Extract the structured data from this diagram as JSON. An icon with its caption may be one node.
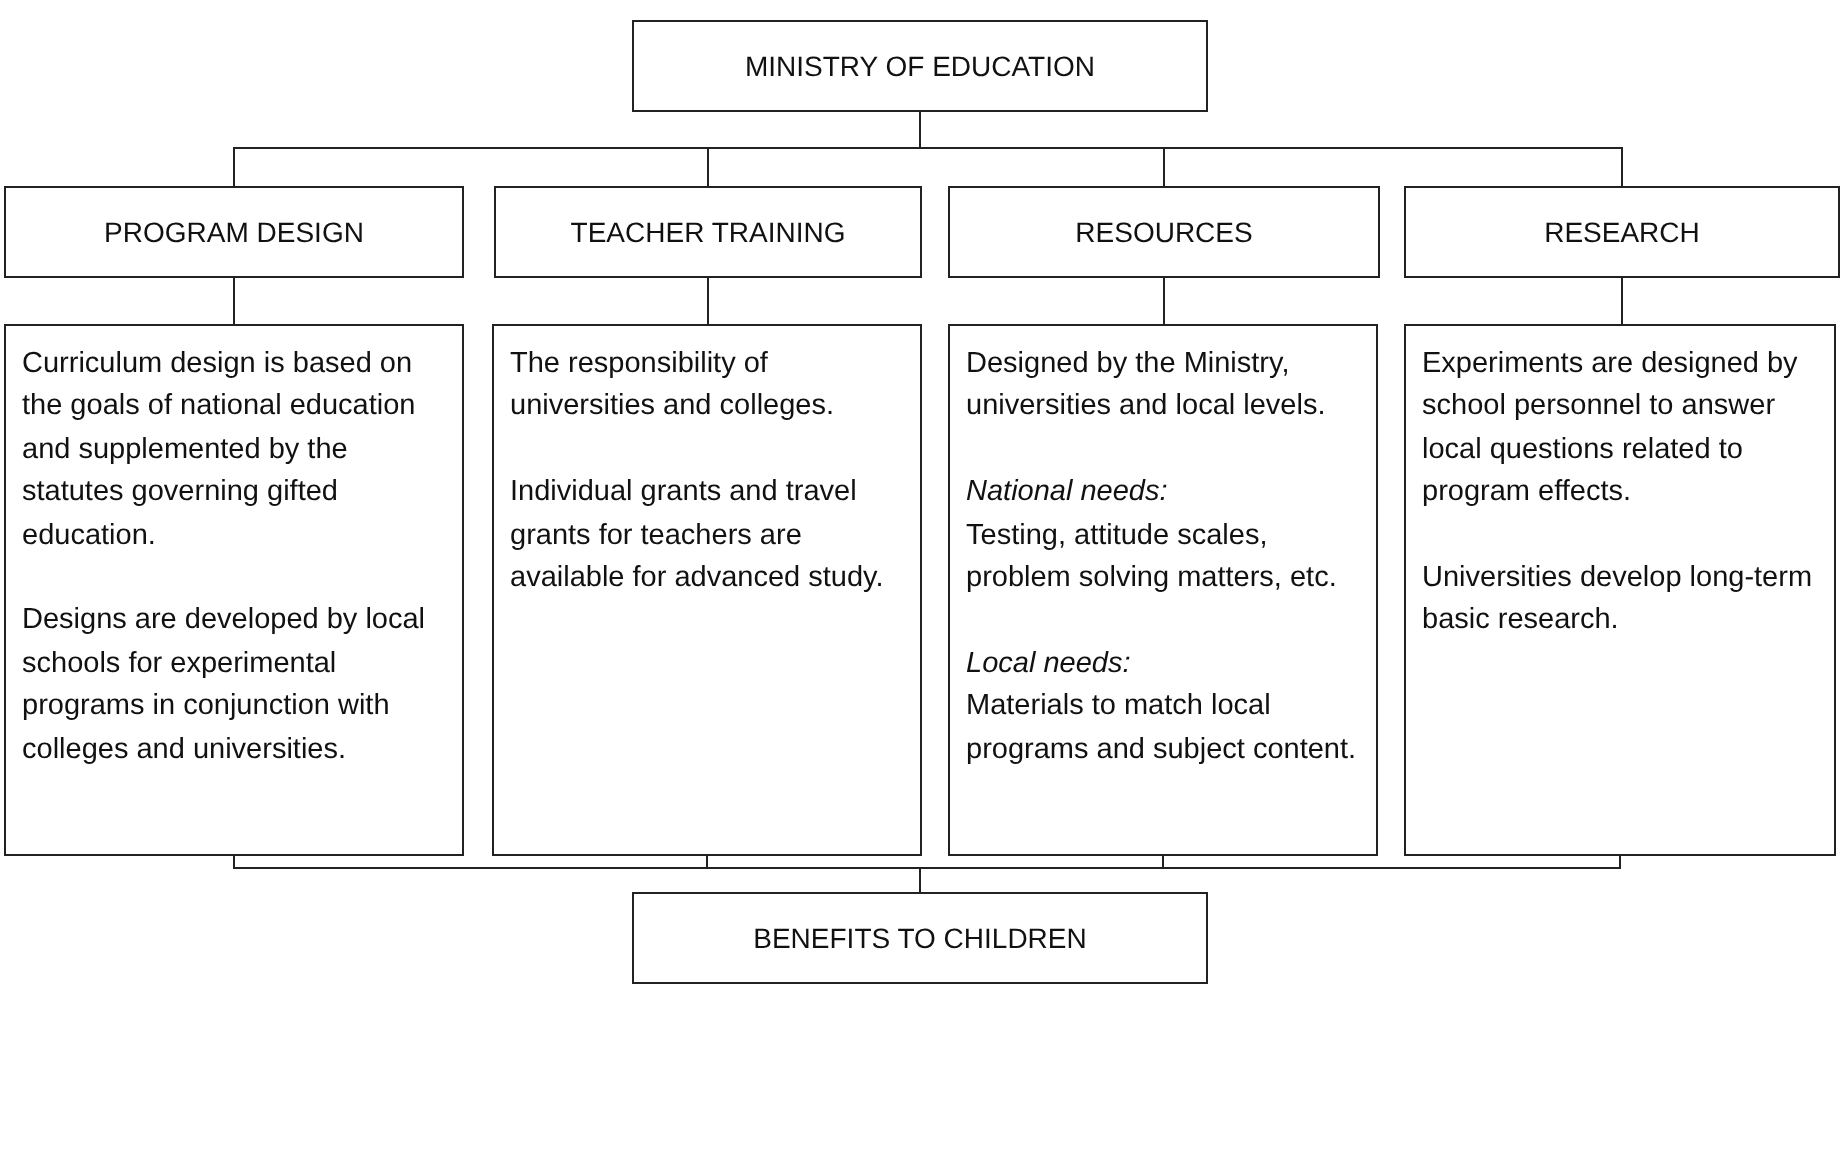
{
  "diagram": {
    "nodes": [
      {
        "text": [
          "MINISTRY OF EDUCATION"
        ]
      },
      {
        "text": [
          "PROGRAM DESIGN"
        ]
      },
      {
        "text": [
          "TEACHER TRAINING"
        ]
      },
      {
        "text": [
          "RESOURCES"
        ]
      },
      {
        "text": [
          "RESEARCH"
        ]
      },
      {
        "text": [
          "Curriculum design is based on the goals of national education and supplemented by the statutes governing gifted education.",
          "Designs are developed by local schools for experimental programs in conjunction with colleges and universities."
        ]
      },
      {
        "text": [
          "The responsibility of universities and colleges.",
          "Individual grants and travel grants for teachers are available for advanced study."
        ]
      },
      {
        "text": [
          "Designed by the Ministry, universities and local levels.",
          "*National needs:* Testing, attitude scales, problem solving matters, etc.",
          "*Local needs:* Materials to match local programs and subject content."
        ]
      },
      {
        "text": [
          "Experiments are designed by school personnel to answer local questions related to program effects.",
          "Universities develop long-term basic research."
        ]
      },
      {
        "text": [
          "BENEFITS TO CHILDREN"
        ]
      }
    ],
    "edges": [
      {
        "from": 0,
        "to": 1,
        "arrow": "none"
      },
      {
        "from": 0,
        "to": 2,
        "arrow": "none"
      },
      {
        "from": 0,
        "to": 3,
        "arrow": "none"
      },
      {
        "from": 0,
        "to": 4,
        "arrow": "none"
      },
      {
        "from": 1,
        "to": 5,
        "arrow": "none"
      },
      {
        "from": 2,
        "to": 6,
        "arrow": "none"
      },
      {
        "from": 3,
        "to": 7,
        "arrow": "none"
      },
      {
        "from": 4,
        "to": 8,
        "arrow": "none"
      },
      {
        "from": 5,
        "to": 9,
        "arrow": "none"
      },
      {
        "from": 6,
        "to": 9,
        "arrow": "none"
      },
      {
        "from": 7,
        "to": 9,
        "arrow": "none"
      },
      {
        "from": 8,
        "to": 9,
        "arrow": "none"
      }
    ]
  }
}
